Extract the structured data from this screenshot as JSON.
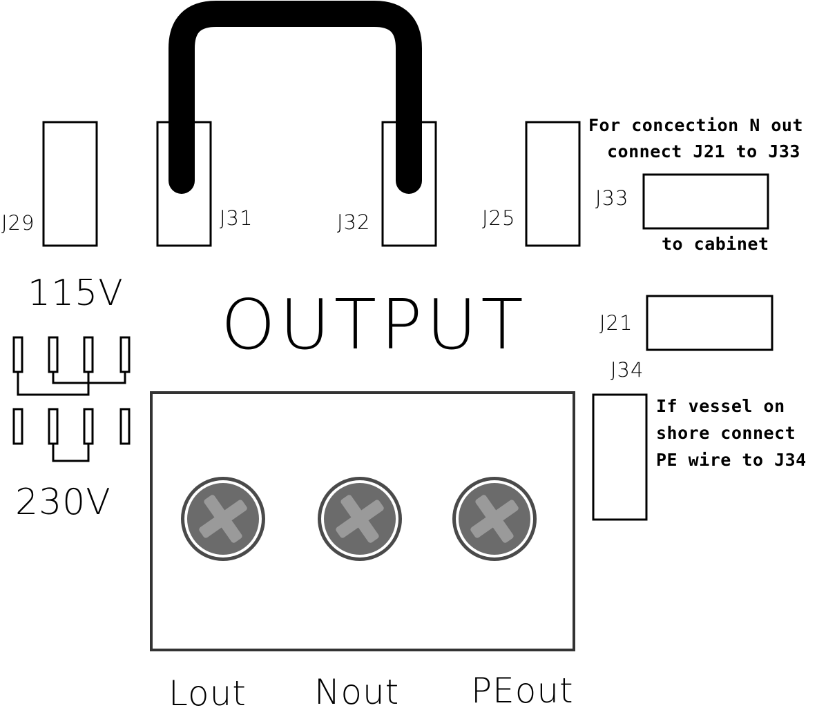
{
  "colors": {
    "line": "#000000",
    "box_fill": "#ffffff",
    "enclosure_stroke": "#333333",
    "screw_head": "#6b6b6b",
    "screw_cross": "#9a9a9a",
    "screw_ring": "#4a4a4a"
  },
  "title": "OUTPUT",
  "connectors": {
    "j29": "J29",
    "j31": "J31",
    "j32": "J32",
    "j25": "J25",
    "j33": "J33",
    "j21": "J21",
    "j34": "J34"
  },
  "voltage": {
    "v115": "115V",
    "v230": "230V"
  },
  "notes": {
    "n_out_line1": "For concection N out",
    "n_out_line2": "connect J21 to J33",
    "to_cabinet": "to cabinet",
    "vessel_line1": "If vessel on",
    "vessel_line2": "shore connect",
    "vessel_line3": "PE wire to J34"
  },
  "terminals": {
    "lout": "Lout",
    "nout": "Nout",
    "peout": "PEout"
  },
  "icons": {
    "jumper": "jumper-wire-icon",
    "screw": "screw-terminal-icon"
  }
}
